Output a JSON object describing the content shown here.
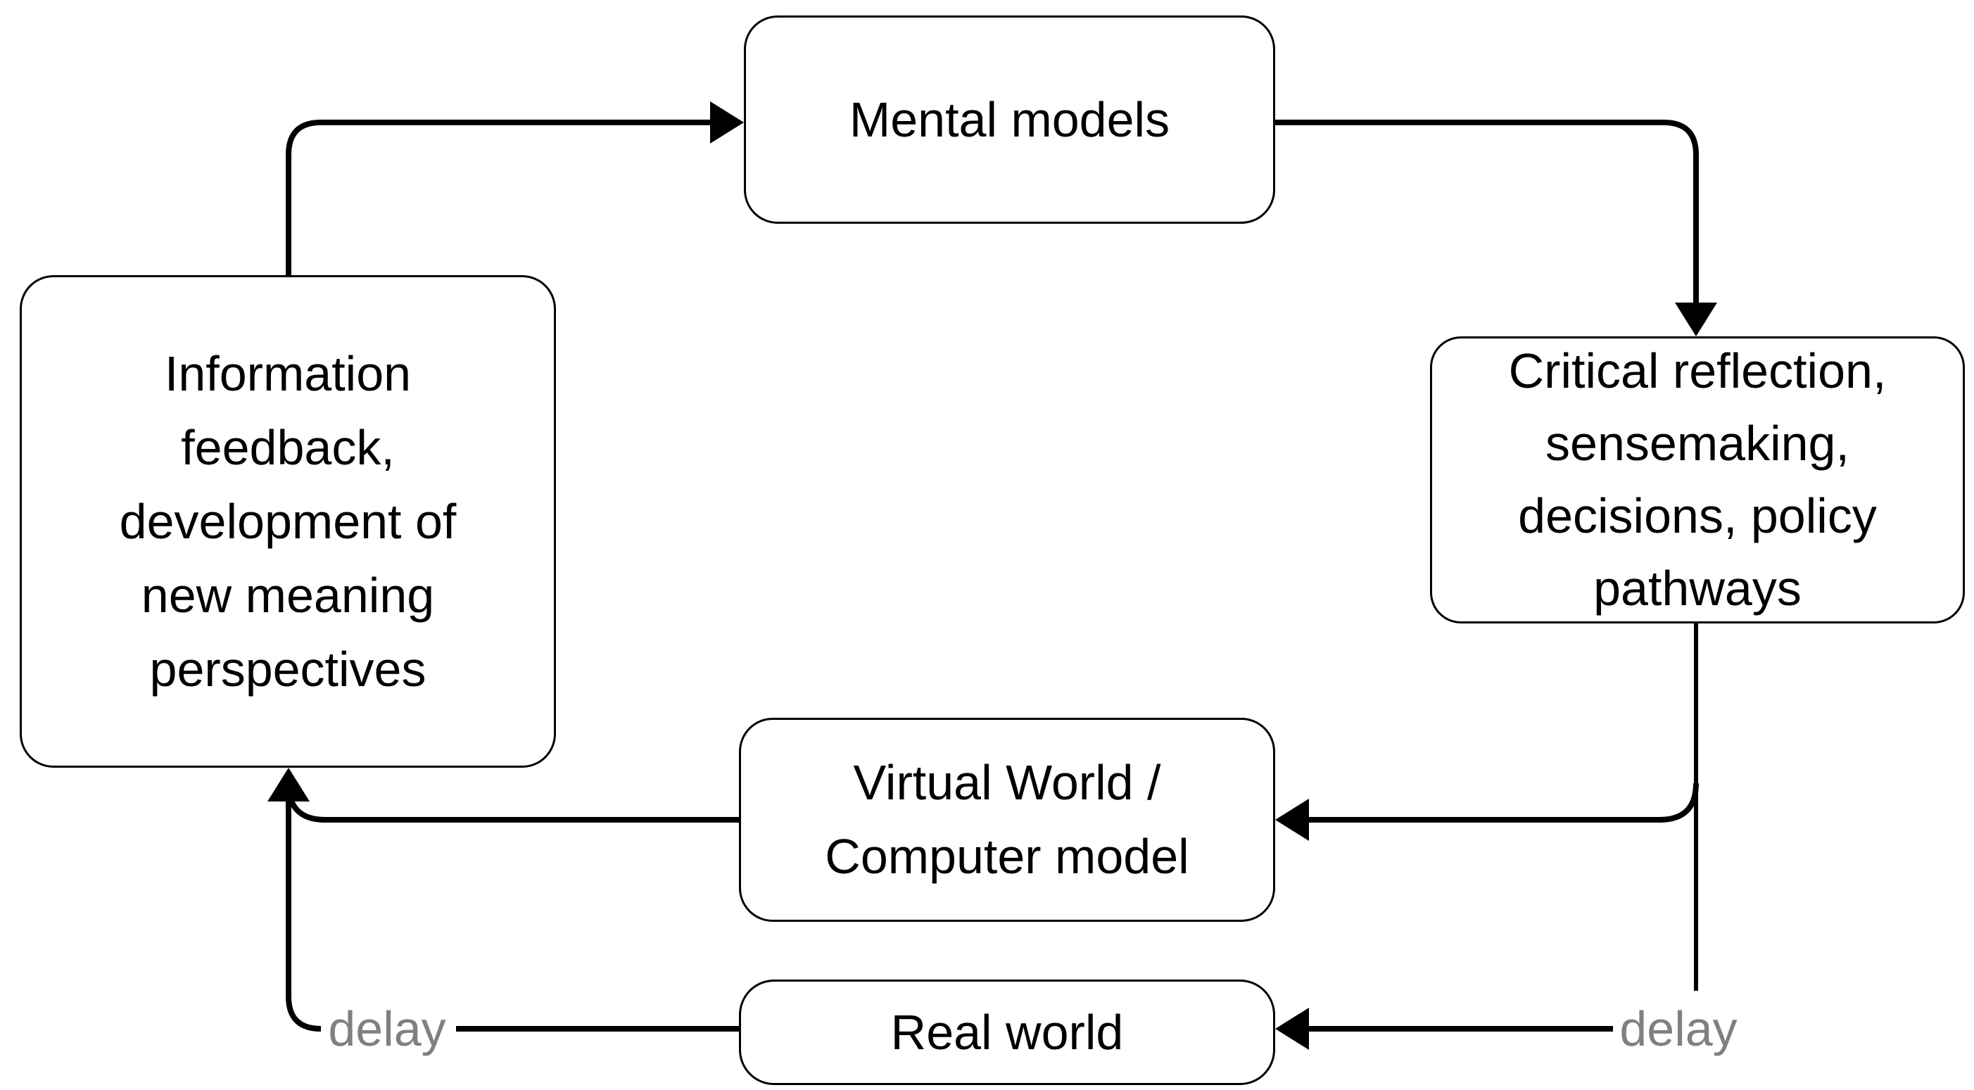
{
  "diagram": {
    "nodes": {
      "mental_models": {
        "label": "Mental models"
      },
      "critical_reflection": {
        "label": "Critical reflection,\nsensemaking,\ndecisions, policy\npathways"
      },
      "virtual_world": {
        "label": "Virtual World /\nComputer model"
      },
      "real_world": {
        "label": "Real world"
      },
      "information_feedback": {
        "label": "Information\nfeedback,\ndevelopment of\nnew meaning\nperspectives"
      }
    },
    "edges": [
      {
        "from": "information_feedback",
        "to": "mental_models",
        "label": ""
      },
      {
        "from": "mental_models",
        "to": "critical_reflection",
        "label": ""
      },
      {
        "from": "critical_reflection",
        "to": "virtual_world",
        "label": ""
      },
      {
        "from": "critical_reflection",
        "to": "real_world",
        "label": "delay"
      },
      {
        "from": "virtual_world",
        "to": "information_feedback",
        "label": ""
      },
      {
        "from": "real_world",
        "to": "information_feedback",
        "label": "delay"
      }
    ],
    "colors": {
      "line": "#000000",
      "box_border": "#000000",
      "box_fill": "#ffffff",
      "delay_text": "#808080",
      "background": "#ffffff"
    }
  }
}
